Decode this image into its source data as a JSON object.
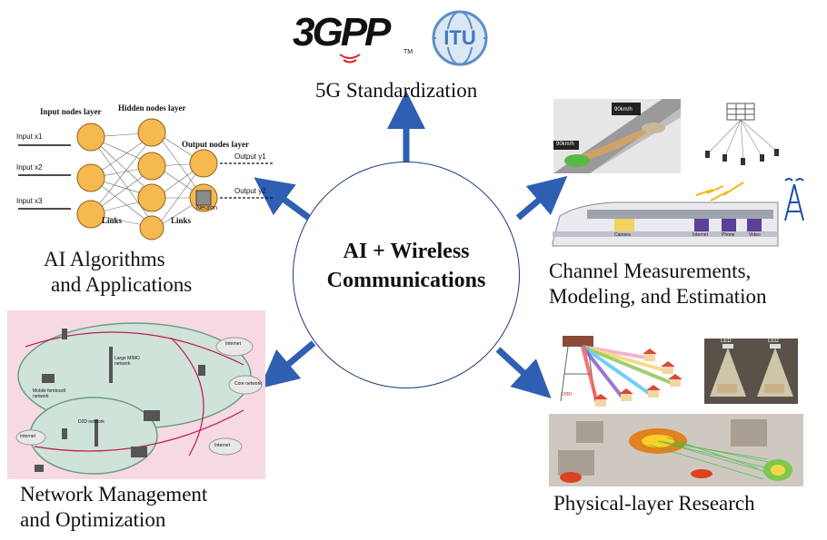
{
  "center": {
    "line1": "AI + Wireless",
    "line2": "Communications"
  },
  "labels": {
    "standardization": "5G Standardization",
    "ai_line1": "AI Algorithms",
    "ai_line2": "and Applications",
    "channel_line1": "Channel Measurements,",
    "channel_line2": "Modeling, and Estimation",
    "network_line1": "Network Management",
    "network_line2": "and Optimization",
    "physical": "Physical-layer Research"
  },
  "logos": {
    "left": "3GPP",
    "left_mark": "TM",
    "right": "ITU"
  },
  "nn_figure": {
    "input_layer": "Input nodes layer",
    "hidden_layer": "Hidden nodes layer",
    "output_layer": "Output nodes layer",
    "inputs": [
      "Input x1",
      "Input x2",
      "Input x3"
    ],
    "outputs": [
      "Output y1",
      "Output y2"
    ],
    "links": "Links",
    "neuron": "Neuron"
  },
  "channel_figure": {
    "speed1": "90km/h",
    "speed2": "90km/h",
    "train_labels": [
      "Camera",
      "Internet",
      "Phone",
      "Video"
    ]
  },
  "physical_figure": {
    "cpri": "CPRI",
    "led_left": "LED",
    "led_right": "LED"
  },
  "network_figure": {
    "labels": [
      "Internet",
      "Large MIMO network",
      "Core network",
      "Mobile femtocell network",
      "Internet",
      "D2D network",
      "Internet"
    ]
  },
  "colors": {
    "arrow": "#2f5fb3",
    "circle": "#1f3b7a",
    "network_bg": "#f6d9e3",
    "network_cell": "#cfe3d8"
  }
}
